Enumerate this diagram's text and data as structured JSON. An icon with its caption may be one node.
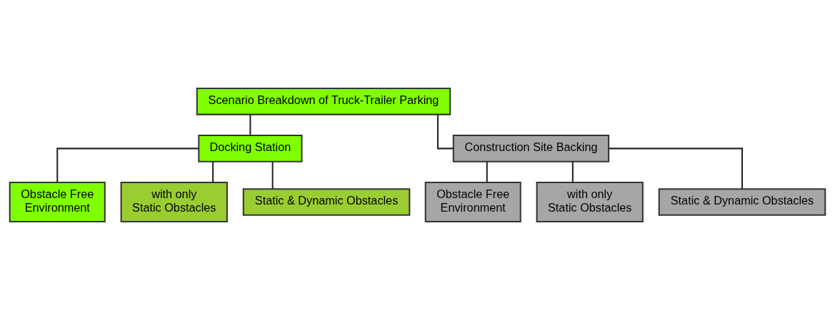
{
  "diagram": {
    "nodes": [
      {
        "text": [
          "Scenario Breakdown of Truck-Trailer Parking"
        ]
      },
      {
        "text": [
          "Docking Station"
        ]
      },
      {
        "text": [
          "Construction Site Backing"
        ]
      },
      {
        "text": [
          "Obstacle Free Environment"
        ]
      },
      {
        "text": [
          "with only Static Obstacles"
        ]
      },
      {
        "text": [
          "Static & Dynamic Obstacles"
        ]
      },
      {
        "text": [
          "Obstacle Free Environment"
        ]
      },
      {
        "text": [
          "with only Static Obstacles"
        ]
      },
      {
        "text": [
          "Static & Dynamic Obstacles"
        ]
      }
    ],
    "edges": [
      {
        "from": 0,
        "to": 1,
        "arrow": "none"
      },
      {
        "from": 0,
        "to": 2,
        "arrow": "none"
      },
      {
        "from": 1,
        "to": 3,
        "arrow": "none"
      },
      {
        "from": 1,
        "to": 4,
        "arrow": "none"
      },
      {
        "from": 1,
        "to": 5,
        "arrow": "none"
      },
      {
        "from": 2,
        "to": 6,
        "arrow": "none"
      },
      {
        "from": 2,
        "to": 7,
        "arrow": "none"
      },
      {
        "from": 2,
        "to": 8,
        "arrow": "none"
      }
    ]
  }
}
